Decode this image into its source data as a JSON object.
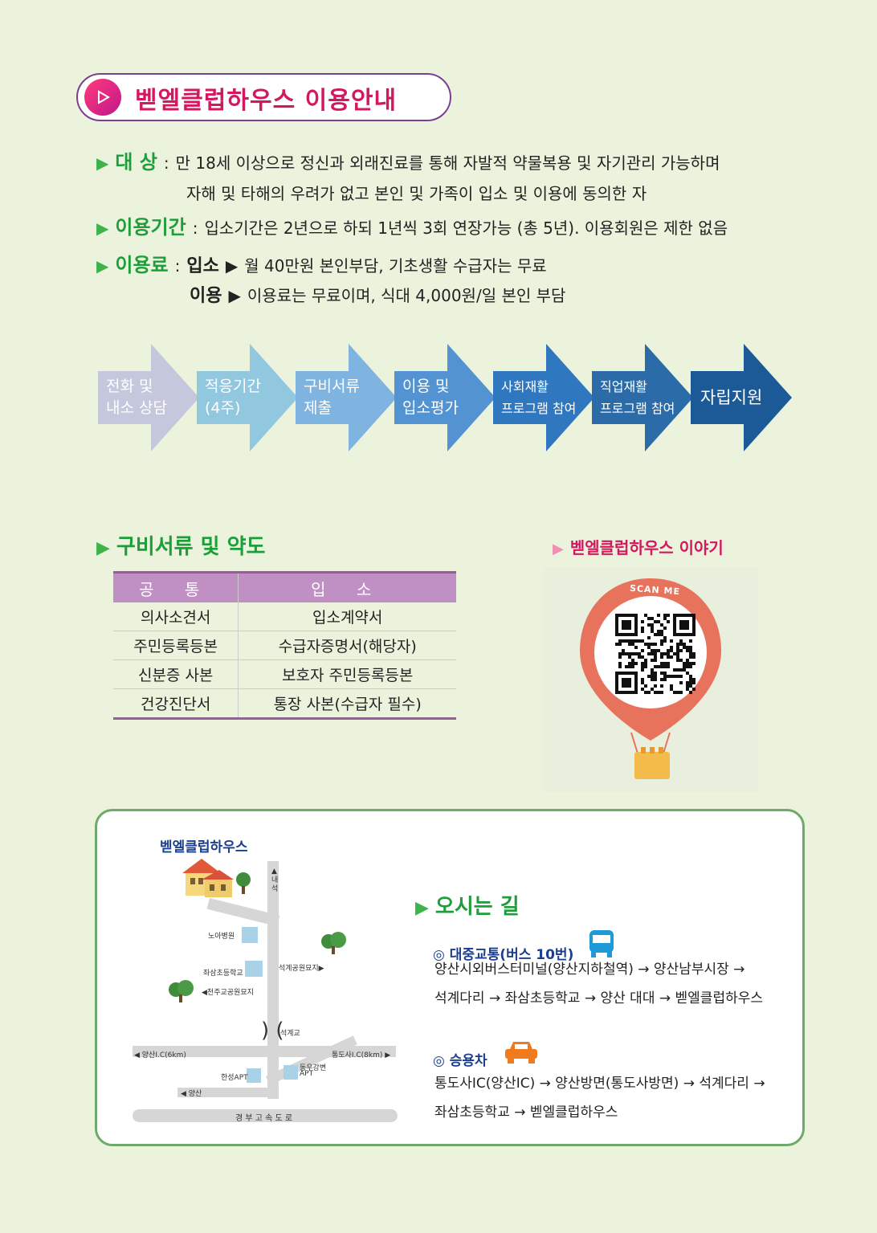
{
  "header": {
    "title": "벧엘클럽하우스 이용안내"
  },
  "info": {
    "target_label": "대 상",
    "target_line1": "만 18세 이상으로 정신과 외래진료를 통해 자발적 약물복용 및 자기관리 가능하며",
    "target_line2": "자해 및 타해의 우려가 없고 본인 및 가족이 입소 및 이용에 동의한 자",
    "period_label": "이용기간",
    "period_text": "입소기간은 2년으로 하되 1년씩 3회 연장가능 (총 5년). 이용회원은 제한 없음",
    "fee_label": "이용료",
    "fee_entry_label": "입소",
    "fee_entry_text": "월 40만원 본인부담, 기초생활 수급자는 무료",
    "fee_use_label": "이용",
    "fee_use_text": "이용료는 무료이며, 식대 4,000원/일 본인 부담"
  },
  "flow": {
    "steps": [
      {
        "line1": "전화 및",
        "line2": "내소 상담",
        "color": "#c5c7dc"
      },
      {
        "line1": "적응기간",
        "line2": "(4주)",
        "color": "#92c8df"
      },
      {
        "line1": "구비서류",
        "line2": "제출",
        "color": "#7fb3e0"
      },
      {
        "line1": "이용 및",
        "line2": "입소평가",
        "color": "#5393d2"
      },
      {
        "line1": "사회재활",
        "line2": "프로그램 참여",
        "color": "#2f78c0"
      },
      {
        "line1": "직업재활",
        "line2": "프로그램 참여",
        "color": "#2b6ca8"
      },
      {
        "line1": "자립지원",
        "line2": "",
        "color": "#1b5a96"
      }
    ]
  },
  "docs": {
    "title": "구비서류 및 약도",
    "headers": [
      "공 통",
      "입 소"
    ],
    "rows": [
      [
        "의사소견서",
        "입소계약서"
      ],
      [
        "주민등록등본",
        "수급자증명서(해당자)"
      ],
      [
        "신분증 사본",
        "보호자 주민등록등본"
      ],
      [
        "건강진단서",
        "통장 사본(수급자 필수)"
      ]
    ]
  },
  "story": {
    "title": "벧엘클럽하우스 이야기",
    "scan_label": "SCAN ME"
  },
  "map": {
    "place_name": "벧엘클럽하우스",
    "labels": {
      "naeseok": "▲내석",
      "noah": "노아병원",
      "school": "좌삼초등학교",
      "catholic": "◀천주교공원묘지",
      "seokgye_park": "석계공원묘지▶",
      "seokgyegyo": "석계교",
      "yangsan_ic": "◀ 양산I.C(6km)",
      "tongdosa_ic": "통도사I.C(8km) ▶",
      "hanseong": "한성APT",
      "dongwoo1": "동우강변",
      "dongwoo2": "APT",
      "yangsan": "◀ 양산",
      "highway": "경 부 고 속 도 로"
    }
  },
  "directions": {
    "title": "오시는 길",
    "bus_title": "◎ 대중교통(버스 10번)",
    "bus_line1": "양산시외버스터미널(양산지하철역) → 양산남부시장 →",
    "bus_line2": "석계다리 → 좌삼초등학교 → 양산 대대 → 벧엘클럽하우스",
    "car_title": "◎ 승용차",
    "car_line1": "통도사IC(양산IC) → 양산방면(통도사방면) → 석계다리 →",
    "car_line2": "좌삼초등학교 → 벧엘클럽하우스"
  }
}
